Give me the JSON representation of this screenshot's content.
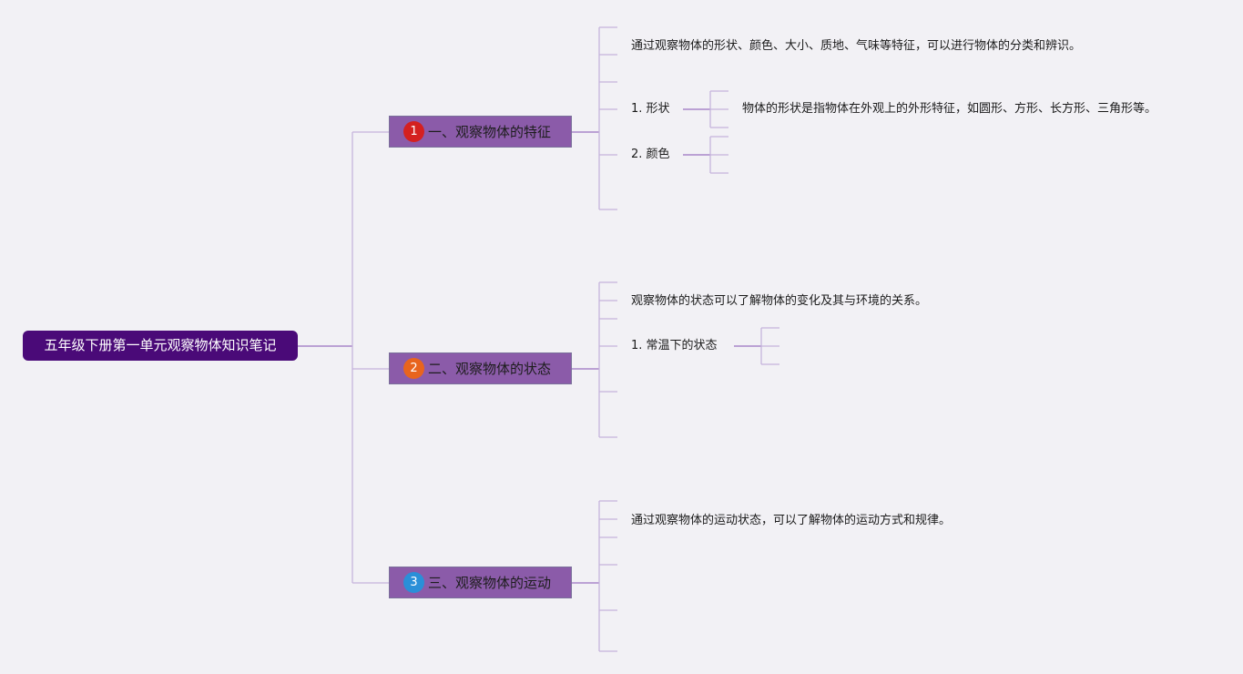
{
  "root": {
    "title": "五年级下册第一单元观察物体知识笔记"
  },
  "branches": [
    {
      "badge": "1",
      "badge_color": "#d42020",
      "title": "一、观察物体的特征",
      "note": "通过观察物体的形状、颜色、大小、质地、气味等特征，可以进行物体的分类和辨识。",
      "items": [
        {
          "label": "1. 形状",
          "detail": "物体的形状是指物体在外观上的外形特征，如圆形、方形、长方形、三角形等。"
        },
        {
          "label": "2. 颜色",
          "detail": ""
        }
      ]
    },
    {
      "badge": "2",
      "badge_color": "#e8641e",
      "title": "二、观察物体的状态",
      "note": "观察物体的状态可以了解物体的变化及其与环境的关系。",
      "items": [
        {
          "label": "1. 常温下的状态",
          "detail": ""
        }
      ]
    },
    {
      "badge": "3",
      "badge_color": "#2a8fd8",
      "title": "三、观察物体的运动",
      "note": "通过观察物体的运动状态，可以了解物体的运动方式和规律。",
      "items": []
    }
  ],
  "colors": {
    "root_bg": "#4a0a78",
    "branch_bg": "#8b5ba9",
    "connector": "#c5b4dc",
    "connector_dark": "#9a72c0",
    "background": "#f2f1f5"
  }
}
